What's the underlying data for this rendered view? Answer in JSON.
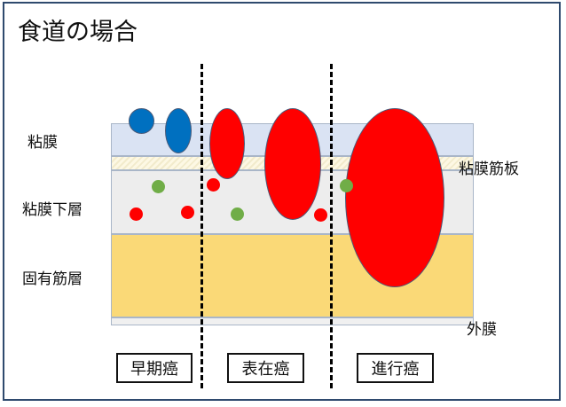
{
  "title": "食道の場合",
  "layers": {
    "mucosa": "粘膜",
    "muscularis_mucosae": "粘膜筋板",
    "submucosa": "粘膜下層",
    "muscularis_propria": "固有筋層",
    "adventitia": "外膜"
  },
  "stages": [
    {
      "label": "早期癌"
    },
    {
      "label": "表在癌"
    },
    {
      "label": "進行癌"
    }
  ],
  "colors": {
    "early_tumor": "#0070c0",
    "tumor": "#ff0000",
    "node_green": "#70ad47",
    "mucosa": "#dae3f3",
    "submucosa": "#ededed",
    "muscle": "#fad977"
  }
}
